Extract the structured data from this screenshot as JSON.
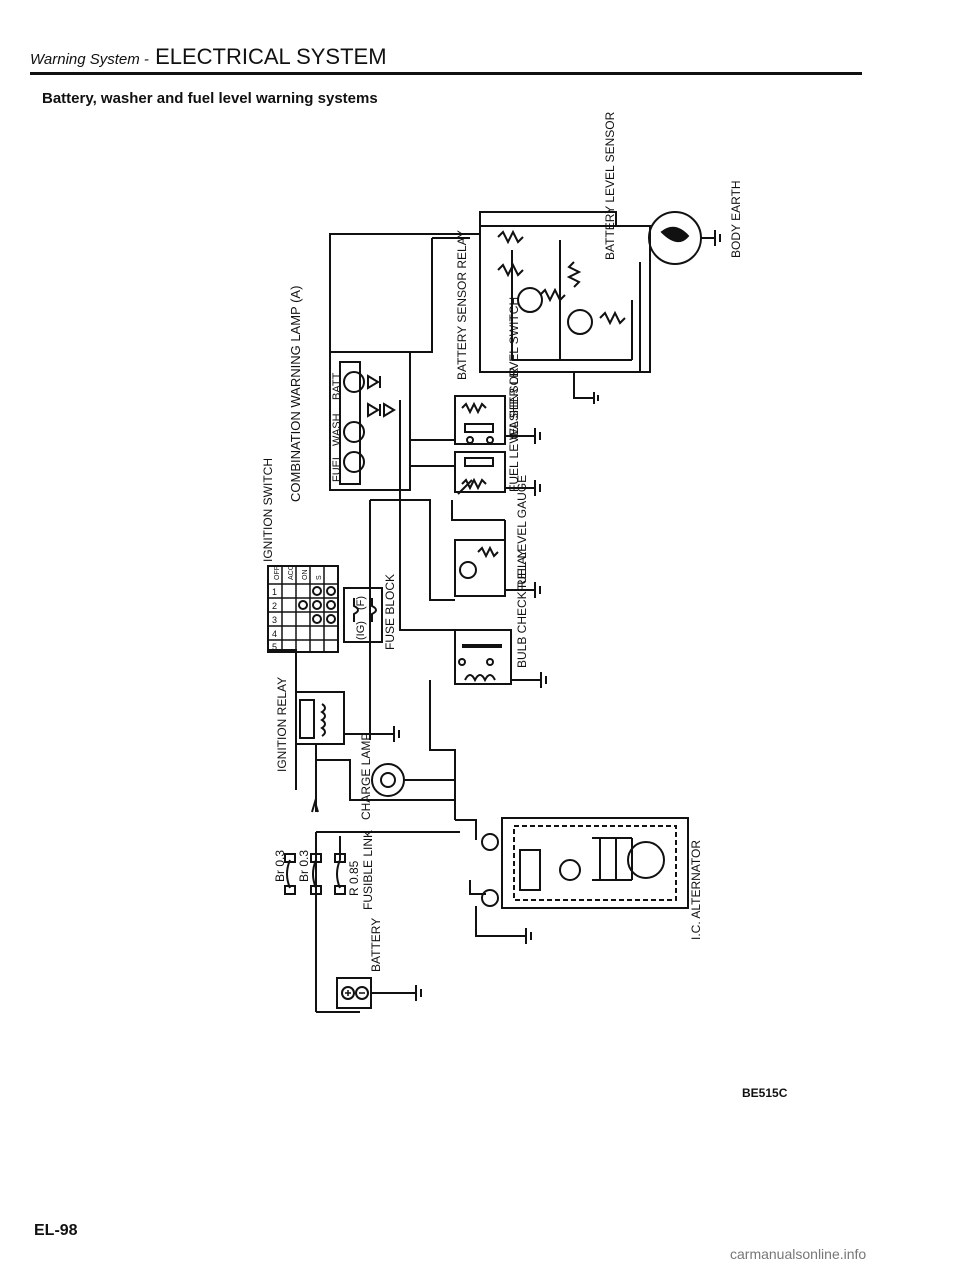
{
  "header": {
    "section": "Warning System -",
    "title": "ELECTRICAL SYSTEM"
  },
  "subtitle": "Battery, washer and fuel level warning systems",
  "labels": {
    "combo_lamp": "COMBINATION WARNING LAMP (A)",
    "batt_sensor_relay": "BATTERY SENSOR RELAY",
    "batt_level_sensor": "BATTERY LEVEL SENSOR",
    "body_earth": "BODY EARTH",
    "washer_switch": "WASHER LEVEL SWITCH",
    "fuel_level_sensor": "FUEL LEVEL SENSOR",
    "fuel_gauge": "FUEL LEVEL GAUGE",
    "bulb_check": "BULB CHECK RELAY",
    "ignition_switch": "IGNITION SWITCH",
    "ignition_relay": "IGNITION RELAY",
    "fuse_block": "FUSE BLOCK",
    "charge_lamp": "CHARGE LAMP",
    "fusible_link": "FUSIBLE LINK",
    "battery": "BATTERY",
    "alternator": "I.C. ALTERNATOR",
    "lamp_fuel": "FUEL",
    "lamp_wash": "WASH",
    "lamp_batt": "BATT",
    "fuse_ig": "(IG)",
    "fuse_f": "(F)",
    "link_1": "Br 0.3",
    "link_2": "Br 0.3",
    "link_3": "R 0.85"
  },
  "ignition_table": {
    "header": [
      "OFF",
      "ACC",
      "ON",
      "S"
    ],
    "rows": [
      "1",
      "2",
      "3",
      "4",
      "5"
    ]
  },
  "diagram_code": "BE515C",
  "page_number": "EL-98",
  "watermark": "carmanualsonline.info"
}
